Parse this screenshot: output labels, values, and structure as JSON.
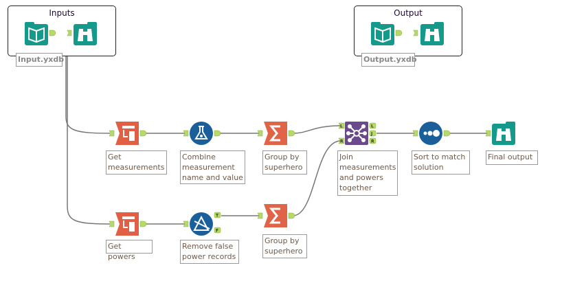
{
  "containers": {
    "inputs": {
      "title": "Inputs",
      "label": "Input.yxdb"
    },
    "output": {
      "title": "Output",
      "label": "Output.yxdb"
    }
  },
  "tools": {
    "get_measurements": "Get measurements",
    "combine": "Combine measurement name and value",
    "group1": "Group by superhero",
    "join": "Join measurements and powers together",
    "sort": "Sort to match solution",
    "final": "Final output",
    "get_powers": "Get powers",
    "filter": "Remove false power records",
    "group2": "Group by superhero"
  },
  "anchors": {
    "L": "L",
    "R": "R",
    "J": "J",
    "T": "T",
    "F": "F"
  },
  "colors": {
    "io": "#14998a",
    "prep": "#e05f45",
    "transform": "#e06448",
    "join": "#6a4a8c",
    "formula": "#1a5f9a",
    "anchor": "#b5d96a"
  }
}
